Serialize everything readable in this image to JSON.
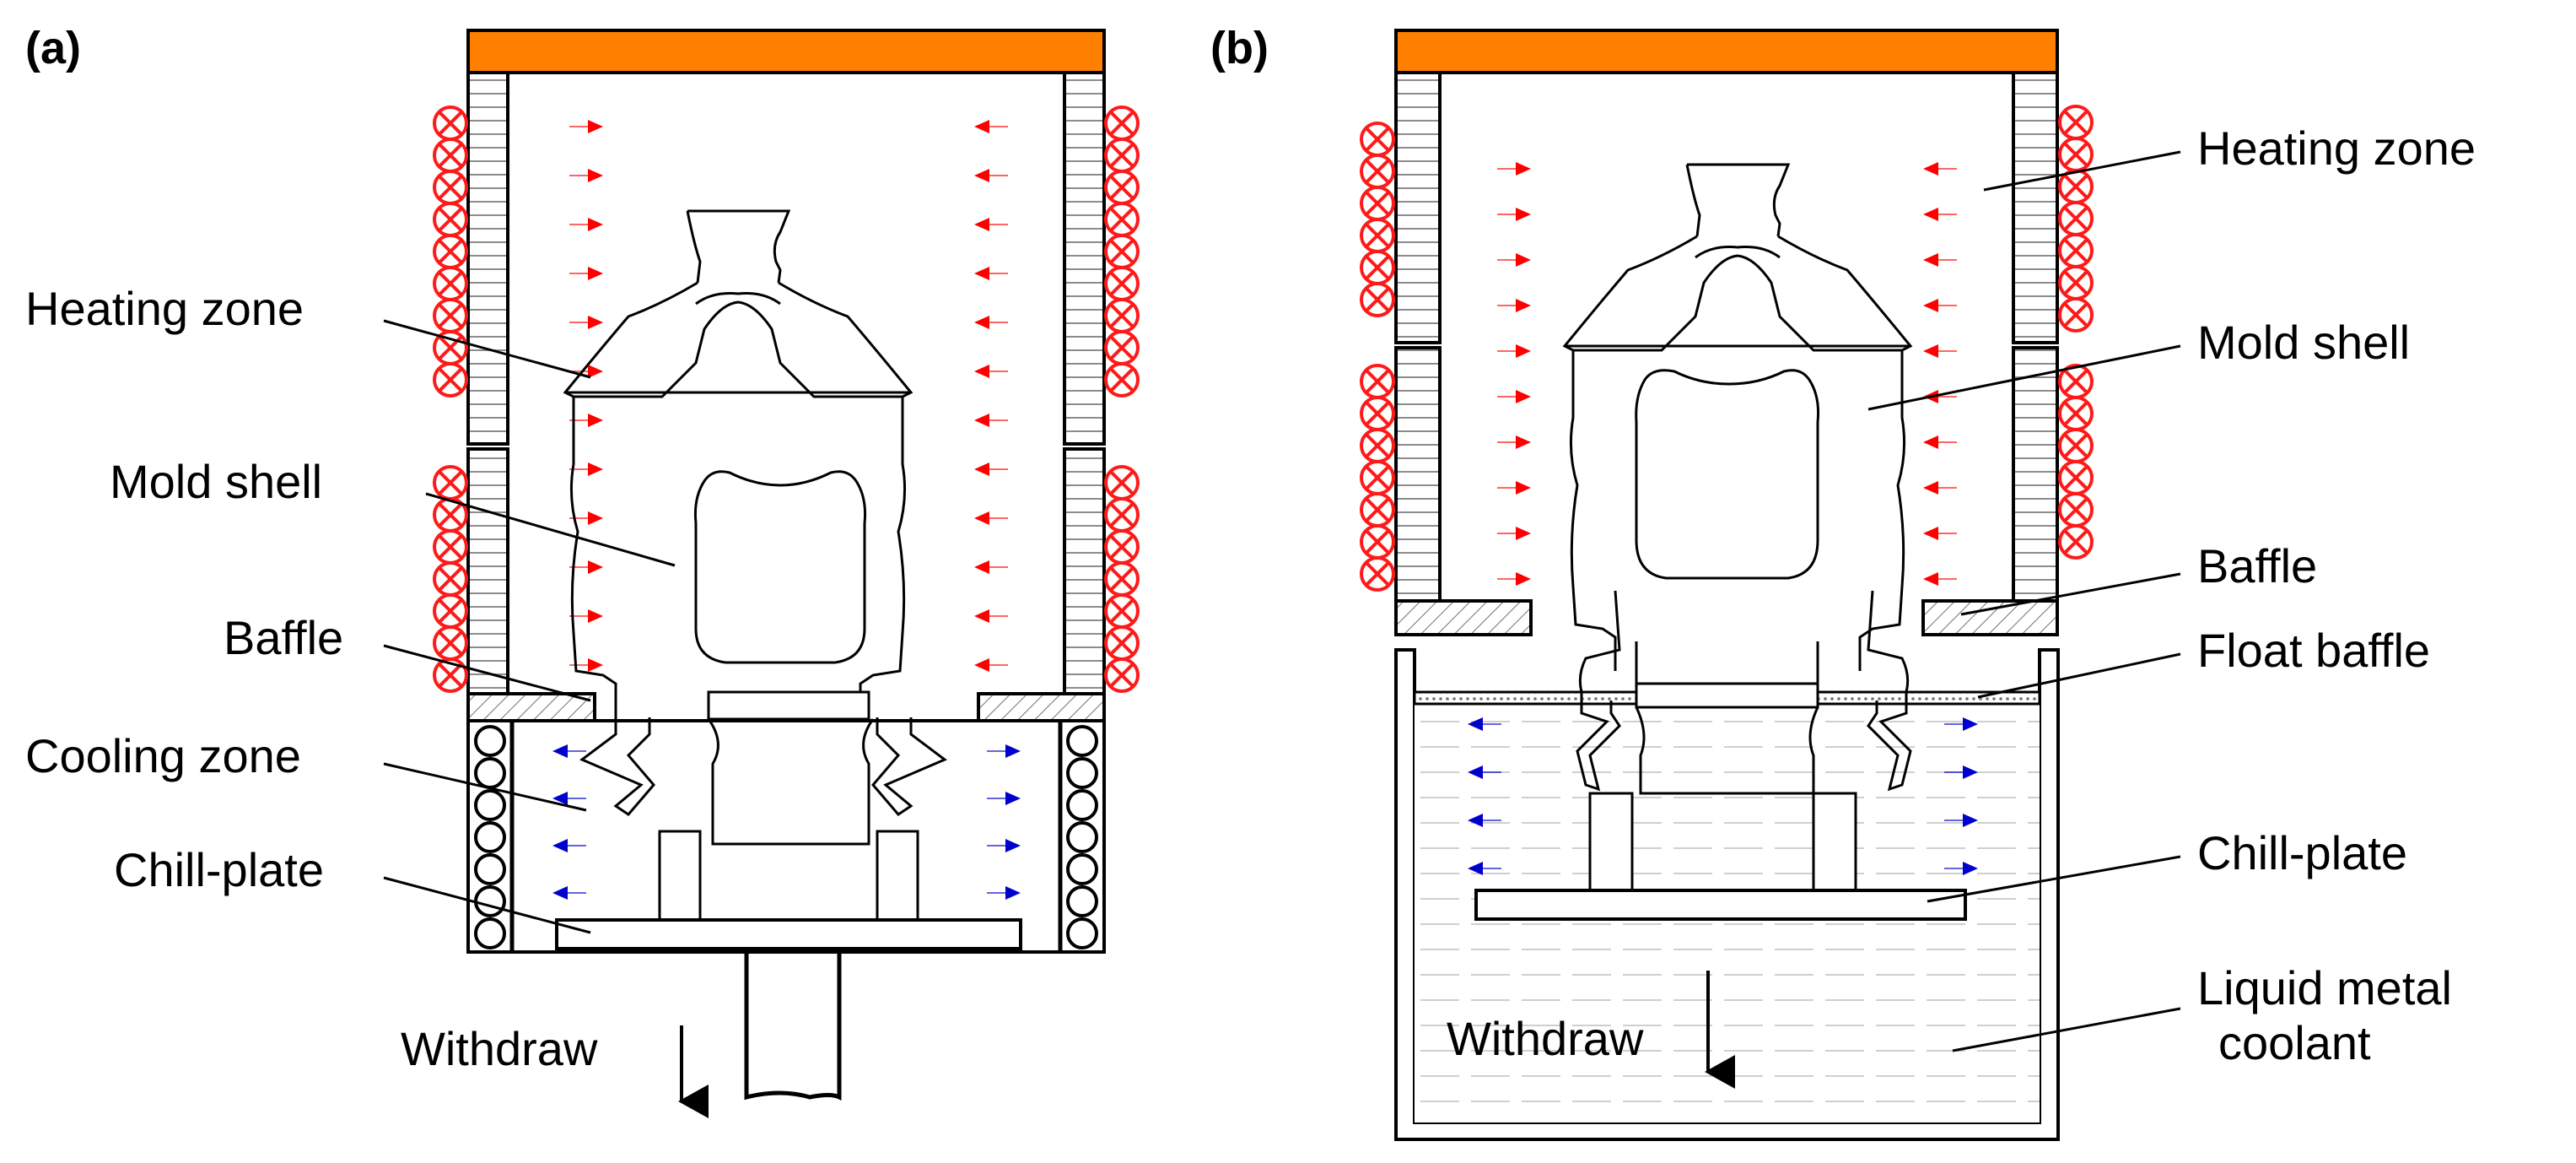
{
  "colors": {
    "furnace_top": "#ff8000",
    "heater_coil": "#ff1a1a",
    "heat_arrow": "#ff0000",
    "cool_arrow": "#0000cc",
    "outline": "#000000",
    "coolant_hatch": "#c8c8c8"
  },
  "panel_a": {
    "tag": "(a)",
    "labels": {
      "heating_zone": "Heating zone",
      "mold_shell": "Mold shell",
      "baffle": "Baffle",
      "cooling_zone": "Cooling zone",
      "chill_plate": "Chill-plate",
      "withdraw": "Withdraw"
    }
  },
  "panel_b": {
    "tag": "(b)",
    "labels": {
      "heating_zone": "Heating zone",
      "mold_shell": "Mold shell",
      "baffle": "Baffle",
      "float_baffle": "Float baffle",
      "chill_plate": "Chill-plate",
      "withdraw": "Withdraw",
      "coolant_line1": "Liquid metal",
      "coolant_line2": "coolant"
    }
  }
}
